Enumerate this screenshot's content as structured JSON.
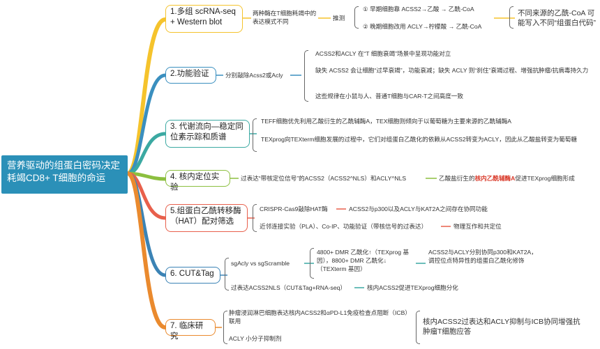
{
  "root": "营养驱动的组蛋白密码决定耗竭CD8+ T细胞的命运",
  "branches": {
    "b1": {
      "title": "1.多组 scRNA-seq + Western blot",
      "desc": "两种酶在T细胞耗竭中的表达模式不同",
      "infer": "推测",
      "items": [
        "① 早期细胞靠 ACSS2→乙酸 → 乙酰-CoA",
        "② 晚期细胞改用 ACLY→柠檬酸 → 乙酰-CoA"
      ],
      "result": "不同来源的乙酰-CoA 可能写入不同“组蛋白代码”"
    },
    "b2": {
      "title": "2.功能验证",
      "desc": "分别敲除Acss2或Acly",
      "items": [
        "ACSS2和ACLY 在“T 细胞衰竭”场景中呈现功能对立",
        "缺失 ACSS2 会让细胞“过早衰竭”，功能衰减；缺失 ACLY 则“刹住”衰竭过程、增强抗肿瘤/抗病毒持久力",
        "这些规律在小鼠与人、普通T细胞与CAR-T之间高度一致"
      ]
    },
    "b3": {
      "title": "3. 代谢流向—稳定同位素示踪和质谱",
      "items": [
        "TEFF细胞优先利用乙酸衍生的乙酰辅酶A，TEX细胞则倾向于以葡萄糖为主要来源的乙酰辅酶A",
        "TEXprog向TEXterm细胞发展的过程中，它们对组蛋白乙酰化的依赖从ACSS2转变为ACLY，因此从乙酸盐转变为葡萄糖"
      ]
    },
    "b4": {
      "title": "4. 核内定位实验",
      "desc": "过表达“带核定位信号”的ACSS2（ACSS2^NLS）和ACLY^NLS",
      "result_a": "乙酸盐衍生的",
      "result_hl": "核内乙酰辅酶A",
      "result_b": "促进TEXprog细胞形成"
    },
    "b5": {
      "title": "5.组蛋白乙酰转移酶（HAT）配对筛选",
      "rows": [
        {
          "left": "CRISPR-Cas9敲除HAT酶",
          "right": "ACSS2与p300以及ACLY与KAT2A之间存在协同功能"
        },
        {
          "left": "近邻连接实验（PLA）、Co-IP、功能验证（带核信号的过表达）",
          "right": "物理互作和共定位"
        }
      ]
    },
    "b6": {
      "title": "6. CUT&Tag",
      "sub1": "sgAcly vs sgScramble",
      "sub1_detail": "4800+ DMR 乙酰化↑（TEXprog 基因），8800+ DMR 乙酰化↓（TEXterm 基因）",
      "sub1_result": "ACSS2与ACLY分别协同p300和KAT2A，调控位点特异性的组蛋白乙酰化修饰",
      "sub2": "过表达ACSS2NLS（CUT&Tag+RNA-seq）",
      "sub2_result": "核内ACSS2促进TEXprog细胞分化"
    },
    "b7": {
      "title": "7. 临床研究",
      "items": [
        "肿瘤浸润淋巴细胞表达核内ACSS2和αPD-L1免疫检查点阻断（ICB）联用",
        "ACLY 小分子抑制剂"
      ],
      "result": "核内ACSS2过表达和ACLY抑制与ICB协同增强抗肿瘤T细胞应答"
    }
  },
  "colors": {
    "b1": "#f5c32c",
    "b2": "#3a8fbf",
    "b3": "#3ba9a2",
    "b4": "#8cbf3f",
    "b5": "#e8604c",
    "b6": "#3b83b5",
    "b7": "#ea8a2e",
    "root": "#2b90b8"
  }
}
